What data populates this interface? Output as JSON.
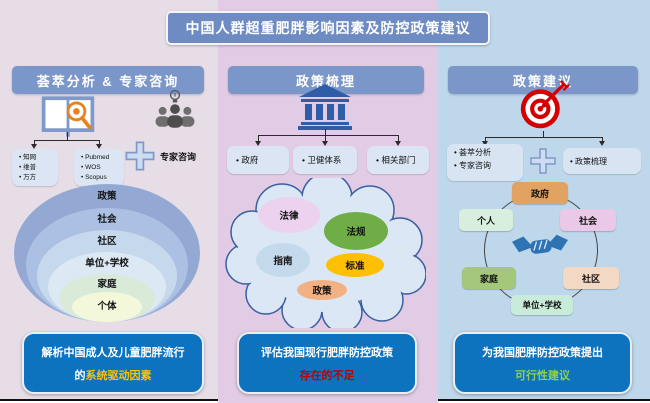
{
  "title": "中国人群超重肥胖影响因素及防控政策建议",
  "left": {
    "header": "荟萃分析 & 专家咨询",
    "cn_databases": [
      "知网",
      "维普",
      "万方"
    ],
    "intl_databases": [
      "Pubmed",
      "WOS",
      "Scopus"
    ],
    "expert_label": "专家咨询",
    "rings": [
      "政策",
      "社会",
      "社区",
      "单位+学校",
      "家庭",
      "个体"
    ],
    "conclusion": {
      "line1": "解析中国成人及儿童肥胖流行",
      "line2_prefix": "的",
      "line2_highlight": "系统驱动因素",
      "highlight_color": "#ffc000"
    }
  },
  "middle": {
    "header": "政策梳理",
    "policy_sources": [
      "政府",
      "卫健体系",
      "相关部门"
    ],
    "cloud_items": [
      "法律",
      "法规",
      "指南",
      "标准",
      "政策"
    ],
    "conclusion": {
      "line1": "评估我国现行肥胖防控政策",
      "line2_highlight": "存在的不足",
      "highlight_color": "#c00000"
    }
  },
  "right": {
    "header": "政策建议",
    "inputs_left": [
      "荟萃分析",
      "专家咨询"
    ],
    "inputs_right": [
      "政策梳理"
    ],
    "cycle": [
      "政府",
      "社会",
      "社区",
      "单位+学校",
      "家庭",
      "个人"
    ],
    "conclusion": {
      "line1": "为我国肥胖防控政策提出",
      "line2_highlight": "可行性建议",
      "highlight_color": "#92d050"
    }
  },
  "icons": {
    "book_search": "book-search-icon",
    "experts": "people-lightbulb-icon",
    "government_building": "bank-icon",
    "target": "target-dart-icon",
    "handshake": "handshake-icon",
    "plus": "plus-icon"
  },
  "colors": {
    "title_bar": "#6e8bc3",
    "section_header": "#7b96c8",
    "conclusion_box": "#0d73bf",
    "left_bg": "#e6dde7",
    "middle_bg": "#e2cbe4",
    "right_bg": "#bfd7eb",
    "ring_colors": [
      "#93a9d4",
      "#abc0e2",
      "#c6d8ec",
      "#dce8f4",
      "#d9ead9",
      "#f4f8da"
    ],
    "cloud_oval_colors": [
      "#ecd2ee",
      "#6fad47",
      "#c5d9ed",
      "#fec000",
      "#f3b183"
    ],
    "cycle_colors": [
      "#e2a262",
      "#e9c9e7",
      "#f3d9c3",
      "#c8ebda",
      "#a5c77c",
      "#d8eede"
    ]
  }
}
